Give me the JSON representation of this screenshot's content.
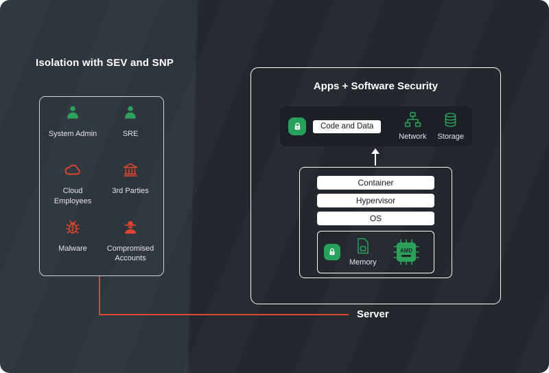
{
  "colors": {
    "green": "#2da05c",
    "red": "#e0462e",
    "panel_bg_left": "#2e343c",
    "panel_bg_right": "#23282e",
    "inner_dark_box": "#1b2027"
  },
  "left_panel": {
    "title": "Isolation with SEV and SNP",
    "actors": [
      {
        "label": "System Admin",
        "icon": "admin-person-icon"
      },
      {
        "label": "SRE",
        "icon": "sre-person-icon"
      },
      {
        "label": "Cloud Employees",
        "icon": "cloud-icon"
      },
      {
        "label": "3rd Parties",
        "icon": "bank-icon"
      },
      {
        "label": "Malware",
        "icon": "bug-icon"
      },
      {
        "label": "Compromised Accounts",
        "icon": "spy-icon"
      }
    ]
  },
  "right_panel": {
    "title": "Apps + Software Security",
    "protected": {
      "code_and_data": "Code and Data",
      "network": "Network",
      "storage": "Storage"
    },
    "stack": {
      "layers": [
        "Container",
        "Hypervisor",
        "OS"
      ],
      "memory": "Memory",
      "chip": "AMD"
    },
    "server": "Server"
  }
}
